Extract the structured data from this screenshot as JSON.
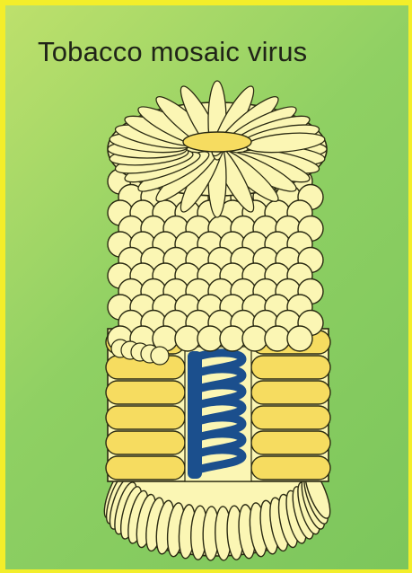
{
  "title": "Tobacco mosaic virus",
  "colors": {
    "background_border": "#f3ee2a",
    "background_green": "#8fd063",
    "capsid_pale": "#fbf6b4",
    "capsid_yellow": "#f6dc60",
    "outline": "#2a2a12",
    "rna": "#1b4f8d"
  },
  "icons": {
    "capsid": "virus-capsid-illustration",
    "rna": "rna-helix-illustration"
  }
}
